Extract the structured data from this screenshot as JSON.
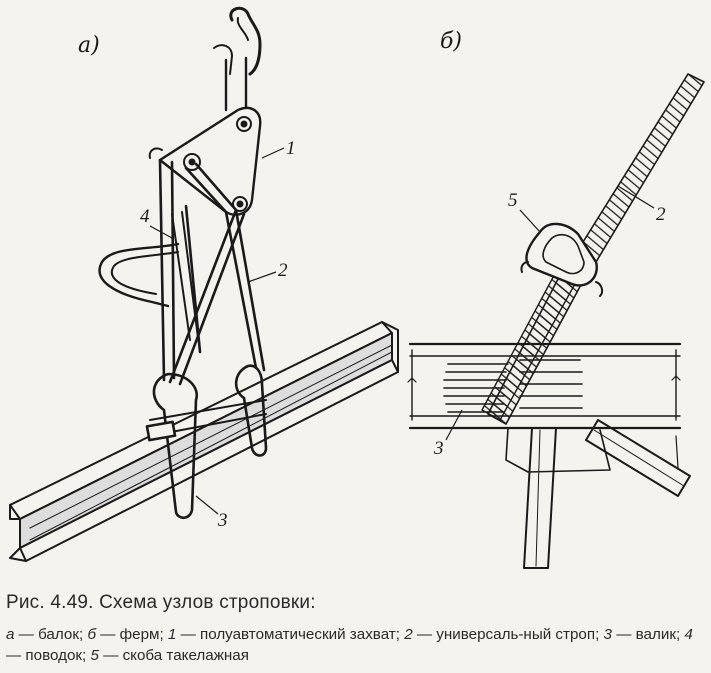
{
  "figure": {
    "panel_a_label": "а)",
    "panel_b_label": "б)",
    "part_labels": {
      "a_1": "1",
      "a_2": "2",
      "a_3": "3",
      "a_4": "4",
      "b_5": "5",
      "b_2": "2",
      "b_3": "3"
    }
  },
  "caption": {
    "title": "Рис. 4.49. Схема узлов строповки:",
    "legend": [
      {
        "key": "а",
        "text": " — балок; "
      },
      {
        "key": "б",
        "text": " — ферм; "
      },
      {
        "key": "1",
        "text": " — полуавтоматический захват; "
      },
      {
        "key": "2",
        "text": " — универсаль-ный строп; "
      },
      {
        "key": "3",
        "text": " — валик; "
      },
      {
        "key": "4",
        "text": " — поводок; "
      },
      {
        "key": "5",
        "text": " — скоба такелажная"
      }
    ]
  }
}
